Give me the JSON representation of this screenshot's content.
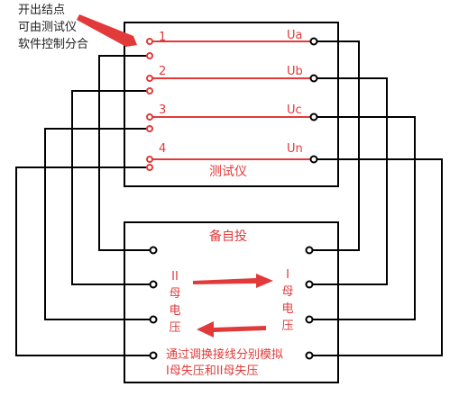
{
  "annotation": [
    "开出结点",
    "可由测试仪",
    "软件控制分合"
  ],
  "tester": {
    "title": "测试仪",
    "numbers": [
      "1",
      "2",
      "3",
      "4"
    ],
    "phases": [
      "Ua",
      "Ub",
      "Uc",
      "Un"
    ]
  },
  "auto_switch": {
    "title": "备自投",
    "bus_left": "II母电压",
    "bus_right": "I母电压",
    "note_line1": "通过调换接线分别模拟",
    "note_line2": "I母失压和II母失压"
  },
  "colors": {
    "accent": "#e23a3a",
    "line": "#000000"
  }
}
